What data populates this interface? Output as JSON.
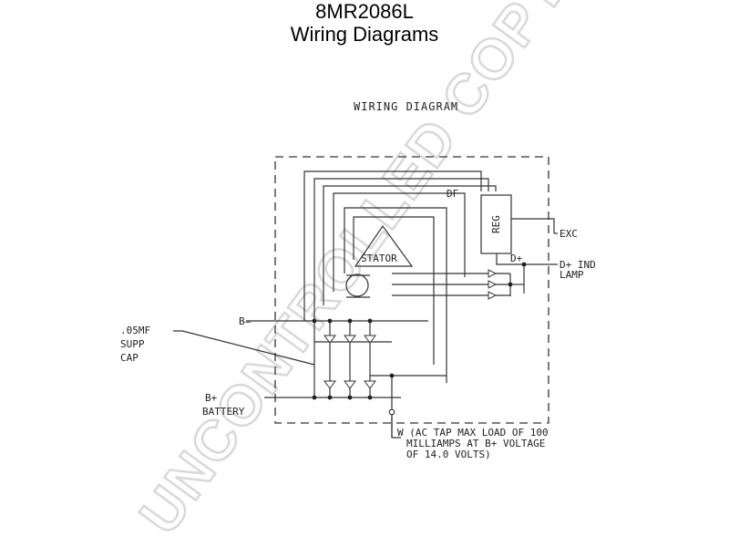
{
  "header": {
    "part_number": "8MR2086L",
    "title": "Wiring Diagrams"
  },
  "diagram": {
    "heading": "WIRING DIAGRAM",
    "labels": {
      "reg": "REG",
      "df": "DF",
      "exc": "EXC",
      "d_plus": "D+",
      "d_plus_ind_lamp_line1": "D+ IND",
      "d_plus_ind_lamp_line2": "LAMP",
      "b_minus": "B–",
      "cap_line1": ".05MF",
      "cap_line2": "SUPP",
      "cap_line3": "CAP",
      "b_plus_line1": "B+",
      "b_plus_line2": "BATTERY",
      "stator": "STATOR",
      "w_line1": "W (AC TAP MAX LOAD OF 100",
      "w_line2": "MILLIAMPS AT B+ VOLTAGE",
      "w_line3": "OF 14.0 VOLTS)"
    },
    "watermark": "UNCONTROLLED COPY"
  }
}
